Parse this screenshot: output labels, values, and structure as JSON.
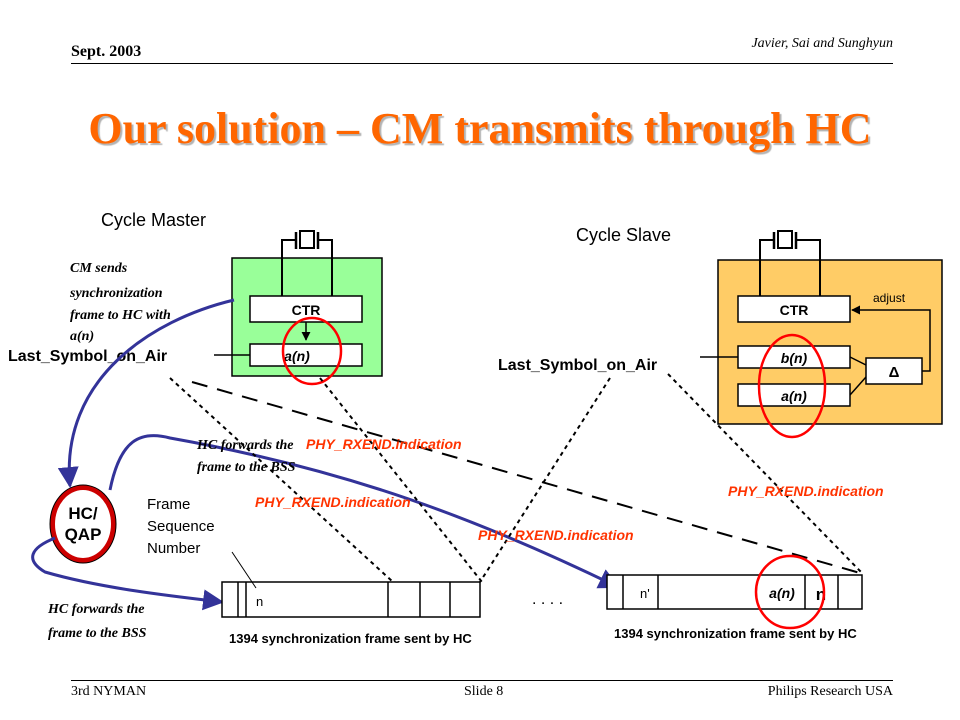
{
  "header": {
    "date": "Sept. 2003",
    "authors": "Javier, Sai and Sunghyun"
  },
  "title": "Our solution – CM transmits through HC",
  "footer": {
    "left": "3rd NYMAN",
    "center": "Slide 8",
    "right": "Philips Research USA"
  },
  "diagram": {
    "cycle_master": {
      "label": "Cycle Master",
      "ctr_label": "CTR",
      "register_label": "a(n)",
      "output_label": "Last_Symbol_on_Air",
      "fill_color": "#99ff99"
    },
    "cycle_slave": {
      "label": "Cycle Slave",
      "ctr_label": "CTR",
      "register_b_label": "b(n)",
      "register_a_label": "a(n)",
      "delta_symbol": "Δ",
      "adjust_label": "adjust",
      "output_label": "Last_Symbol_on_Air",
      "fill_color": "#ffcc66"
    },
    "hc": {
      "line1": "HC/",
      "line2": "QAP",
      "fill_color": "#cc0000"
    },
    "annotations": {
      "cm_sends": [
        "CM sends",
        "synchronization",
        "frame to HC with",
        "a(n)"
      ],
      "hc_forwards_mid": [
        "HC forwards the",
        "frame to the BSS"
      ],
      "hc_forwards_bottom": [
        "HC forwards the",
        "frame to the BSS"
      ],
      "frame_seq": [
        "Frame",
        "Sequence",
        "Number"
      ],
      "phy_1": "PHY_RXEND.indication",
      "phy_2": "PHY_RXEND.indication",
      "phy_3": "PHY_RXEND.indication",
      "phy_4": "PHY_RXEND.indication",
      "ellipsis": ". . . ."
    },
    "frame_left": {
      "seq": "n",
      "caption": "1394 synchronization frame sent by HC"
    },
    "frame_right": {
      "seq": "n'",
      "value": "a(n)",
      "n_label": "n",
      "caption": "1394 synchronization frame sent by HC"
    },
    "colors": {
      "phy_text": "#ff3300",
      "arrow": "#333399",
      "circle": "#ff0000"
    }
  }
}
